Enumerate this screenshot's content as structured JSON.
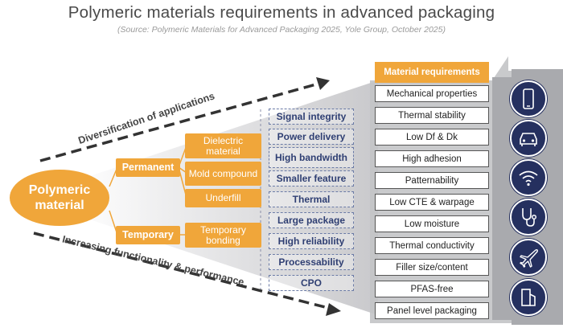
{
  "title": "Polymeric materials requirements in advanced packaging",
  "subtitle": "(Source: Polymeric Materials for Advanced Packaging 2025, Yole Group, October 2025)",
  "arrows": {
    "top_label": "Diversification of applications",
    "bottom_label": "Increasing functionality & performance"
  },
  "root": {
    "label": "Polymeric material"
  },
  "categories": {
    "permanent": "Permanent",
    "temporary": "Temporary"
  },
  "materials": {
    "dielectric": "Dielectric material",
    "mold": "Mold compound",
    "underfill": "Underfill",
    "temporary_bonding": "Temporary bonding"
  },
  "drivers": [
    "Signal integrity",
    "Power delivery",
    "High bandwidth",
    "Smaller feature",
    "Thermal",
    "Large package",
    "High reliability",
    "Processability",
    "CPO"
  ],
  "requirements": {
    "header": "Material requirements",
    "items": [
      "Mechanical properties",
      "Thermal stability",
      "Low Df & Dk",
      "High adhesion",
      "Patternability",
      "Low CTE & warpage",
      "Low moisture",
      "Thermal conductivity",
      "Filler size/content",
      "PFAS-free",
      "Panel level packaging"
    ]
  },
  "applications": {
    "icons": [
      "smartphone-icon",
      "car-icon",
      "wifi-icon",
      "stethoscope-icon",
      "airplane-icon",
      "building-icon"
    ]
  },
  "colors": {
    "accent_orange": "#f0a63a",
    "navy": "#25305f",
    "panel_gray": "#a9aaae"
  }
}
